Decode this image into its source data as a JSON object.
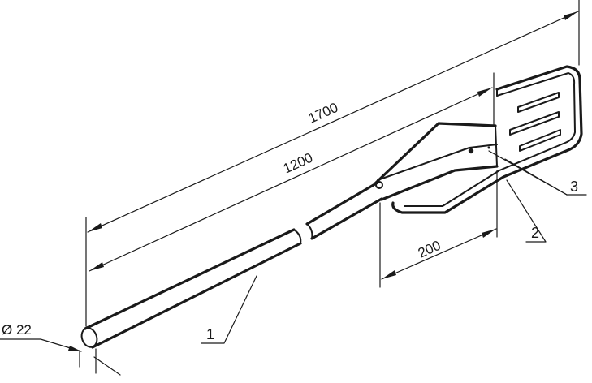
{
  "dimensions": {
    "overall_length": "1700",
    "shaft_length": "1200",
    "blade_holder_length": "200",
    "diameter": "Ø 22"
  },
  "part_labels": [
    "1",
    "2",
    "3"
  ]
}
